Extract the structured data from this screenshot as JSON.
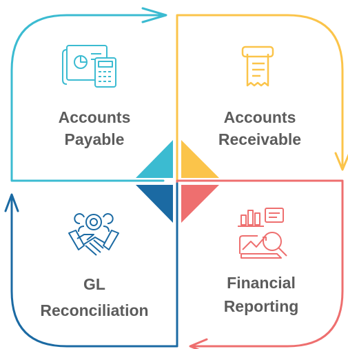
{
  "colors": {
    "payable": "#3bbbd1",
    "receivable": "#fbc44a",
    "reporting": "#ee6f6f",
    "reconciliation": "#1b6aa3",
    "label": "#5c5c5c"
  },
  "quadrants": {
    "payable": {
      "line1": "Accounts",
      "line2": "Payable",
      "icon": "invoice-calculator-icon"
    },
    "receivable": {
      "line1": "Accounts",
      "line2": "Receivable",
      "icon": "receipt-printer-icon"
    },
    "reporting": {
      "line1": "Financial",
      "line2": "Reporting",
      "icon": "chart-magnifier-icon"
    },
    "reconciliation": {
      "line1": "GL",
      "line2": "Reconciliation",
      "icon": "team-handshake-icon"
    }
  }
}
